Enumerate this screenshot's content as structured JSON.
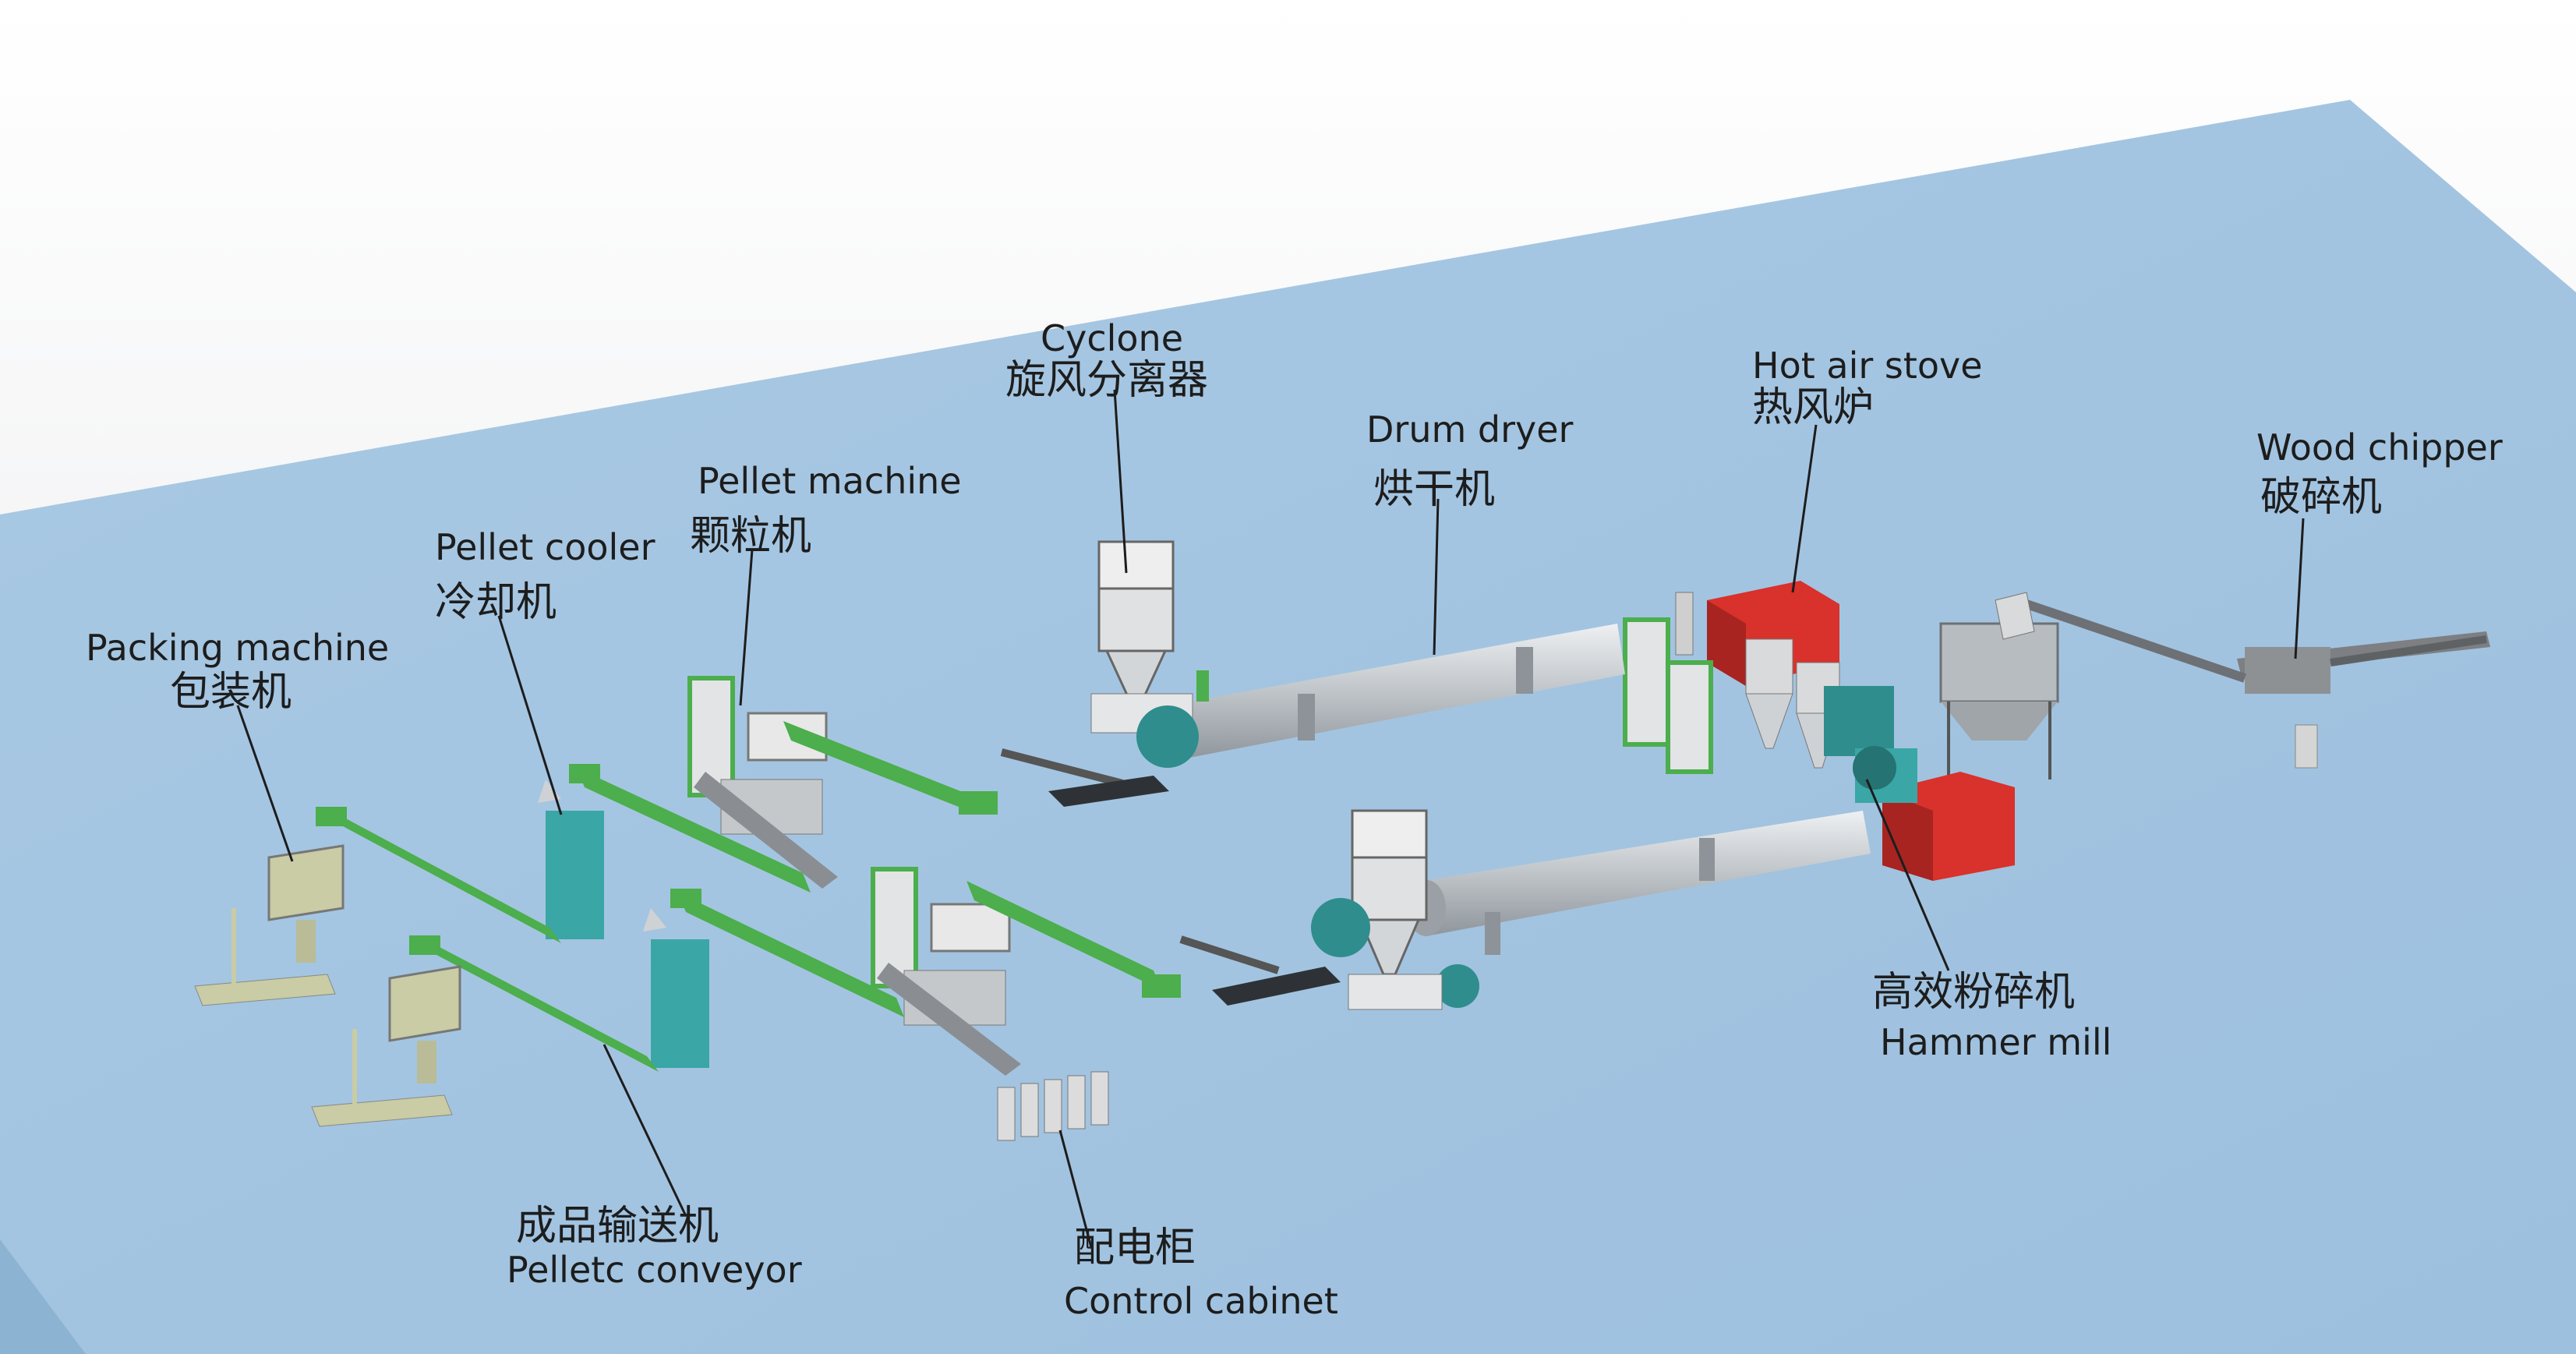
{
  "labels": {
    "cyclone": {
      "en": "Cyclone",
      "cn": "旋风分离器"
    },
    "hot_air_stove": {
      "en": "Hot air stove",
      "cn": "热风炉"
    },
    "drum_dryer": {
      "en": "Drum dryer",
      "cn": "烘干机"
    },
    "wood_chipper": {
      "en": "Wood chipper",
      "cn": "破碎机"
    },
    "pellet_machine": {
      "en": "Pellet machine",
      "cn": "颗粒机"
    },
    "pellet_cooler": {
      "en": "Pellet cooler",
      "cn": "冷却机"
    },
    "packing_machine": {
      "en": "Packing machine",
      "cn": "包装机"
    },
    "hammer_mill": {
      "en": "Hammer mill",
      "cn": "高效粉碎机"
    },
    "pellet_conveyor": {
      "en": "Pelletc conveyor",
      "cn": "成品输送机"
    },
    "control_cabinet": {
      "en": "Control cabinet",
      "cn": "配电柜"
    }
  },
  "colors": {
    "background": "#ffffff",
    "floor": "#a3c4e0",
    "floor_edge": "#8db3d3",
    "conveyor": "#4cae4c",
    "stove": "#d9312b",
    "cooler": "#3aa6a6",
    "drum": "#c9ced2"
  }
}
